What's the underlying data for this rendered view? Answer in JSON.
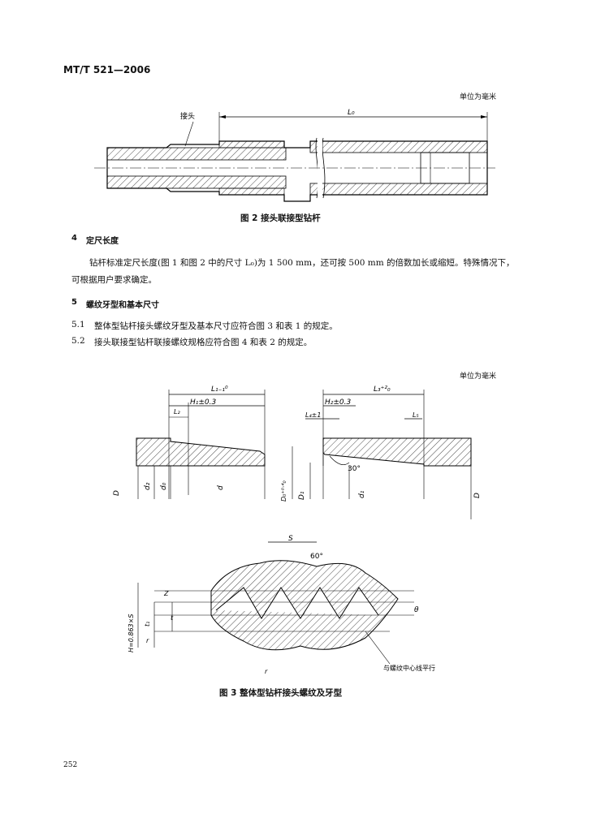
{
  "header": {
    "std_code": "MT/T 521—2006"
  },
  "units_label_1": "单位为毫米",
  "fig2": {
    "callout_joint": "接头",
    "dim_L0": "L₀",
    "caption": "图 2   接头联接型钻杆"
  },
  "section4": {
    "number": "4",
    "title": "定尺长度",
    "para": "钻杆标准定尺长度(图 1 和图 2 中的尺寸 L₀)为 1 500 mm，还可按 500 mm 的倍数加长或缩短。特殊情况下，可根据用户要求确定。"
  },
  "section5": {
    "number": "5",
    "title": "螺纹牙型和基本尺寸",
    "clauses": [
      {
        "num": "5.1",
        "text": "整体型钻杆接头螺纹牙型及基本尺寸应符合图 3 和表 1 的规定。"
      },
      {
        "num": "5.2",
        "text": "接头联接型钻杆联接螺纹规格应符合图 4 和表 2 的规定。"
      }
    ]
  },
  "units_label_2": "单位为毫米",
  "fig3": {
    "left": {
      "L1": "L₁₋₁⁰",
      "H1": "H₁±0.3",
      "L2": "L₂",
      "D": "D",
      "d2": "d₂",
      "d0": "d₀",
      "d": "d"
    },
    "right": {
      "L3": "L₃⁺²₀",
      "H2": "H₂±0.3",
      "L4": "L₄±1",
      "L5": "L₅",
      "angle": "30°",
      "D0": "D₀⁺⁰·⁴₀",
      "D1": "D₁",
      "d1": "d₁",
      "D": "D"
    },
    "thread": {
      "S": "S",
      "angle": "60°",
      "Z": "Z",
      "H": "H=0.863×S",
      "t1": "t₁",
      "t": "t",
      "r": "r",
      "theta": "θ",
      "note": "与螺纹中心线平行"
    },
    "caption": "图 3   整体型钻杆接头螺纹及牙型"
  },
  "page_number": "252"
}
